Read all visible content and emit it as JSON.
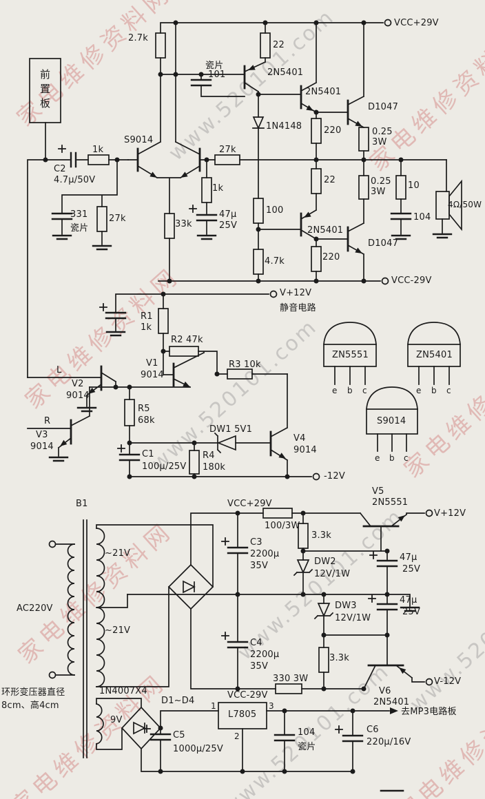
{
  "watermark": {
    "site": "家电维修资料网",
    "url": "www.520101.com"
  },
  "labels": {
    "amp": {
      "preamp": "前置板",
      "vcc_pos": "VCC+29V",
      "vcc_neg": "VCC-29V",
      "r_2k7": "2.7k",
      "c101_type": "瓷片",
      "c101": "101",
      "q1": "2N5401",
      "q2": "2N5401",
      "q3": "2N5401",
      "r22_top": "22",
      "r22_mid": "22",
      "d1047_top": "D1047",
      "d1047_bot": "D1047",
      "d_1n4148": "1N4148",
      "r220_top": "220",
      "r220_bot": "220",
      "r025_top": "0.25",
      "w3_top": "3W",
      "r025_bot": "0.25",
      "w3_bot": "3W",
      "s9014": "S9014",
      "r1k_in": "1k",
      "c2": "C2",
      "c2_val": "4.7μ/50V",
      "c331": "331",
      "c331_type": "瓷片",
      "r27k_bias": "27k",
      "r27k_fb": "27k",
      "r33k": "33k",
      "r1k_fb": "1k",
      "c47u": "47μ",
      "c47u_v": "25V",
      "r100": "100",
      "r4k7": "4.7k",
      "r10": "10",
      "c104": "104",
      "speaker": "4Ω/50W"
    },
    "mute": {
      "v12": "V+12V",
      "name": "静音电路",
      "r1": "R1",
      "r1v": "1k",
      "r2": "R2 47k",
      "r3": "R3 10k",
      "v1": "V1",
      "v1t": "9014",
      "l": "L",
      "r": "R",
      "v2": "V2",
      "v2t": "9014",
      "v3": "V3",
      "v3t": "9014",
      "r5": "R5",
      "r5v": "68k",
      "dw1": "DW1 5V1",
      "v4": "V4",
      "v4t": "9014",
      "c1": "C1",
      "c1v": "100μ/25V",
      "r4": "R4",
      "r4v": "180k",
      "neg12": "-12V"
    },
    "pkg": {
      "p1": "ZN5551",
      "p2": "ZN5401",
      "p3": "S9014",
      "e": "e",
      "b": "b",
      "c": "c"
    },
    "psu": {
      "b1": "B1",
      "ac": "AC220V",
      "s21a": "~21V",
      "s21b": "~21V",
      "toroid1": "环形变压器直径",
      "toroid2": "8cm、高4cm",
      "bridge": "1N4007X4",
      "v9": "9V",
      "d14": "D1~D4",
      "c5": "C5",
      "c5v": "1000μ/25V",
      "reg": "L7805",
      "pin1": "1",
      "pin2": "2",
      "pin3": "3",
      "c104": "104",
      "c104t": "瓷片",
      "c6": "C6",
      "c6v": "220μ/16V",
      "mp3": "去MP3电路板",
      "vcc_pos": "VCC+29V",
      "vcc_neg": "VCC-29V",
      "r100": "100/3W",
      "r330": "330 3W",
      "c3": "C3",
      "c3v": "2200μ",
      "c3vv": "35V",
      "c4": "C4",
      "c4v": "2200μ",
      "c4vv": "35V",
      "r33a": "3.3k",
      "r33b": "3.3k",
      "dw2": "DW2",
      "dw2v": "12V/1W",
      "dw3": "DW3",
      "dw3v": "12V/1W",
      "v5": "V5",
      "v5t": "2N5551",
      "v12": "V+12V",
      "c47a": "47μ",
      "c47av": "25V",
      "c47b": "47μ",
      "c47bv": "25V",
      "v6": "V6",
      "v6t": "2N5401",
      "v12n": "V-12V"
    }
  }
}
